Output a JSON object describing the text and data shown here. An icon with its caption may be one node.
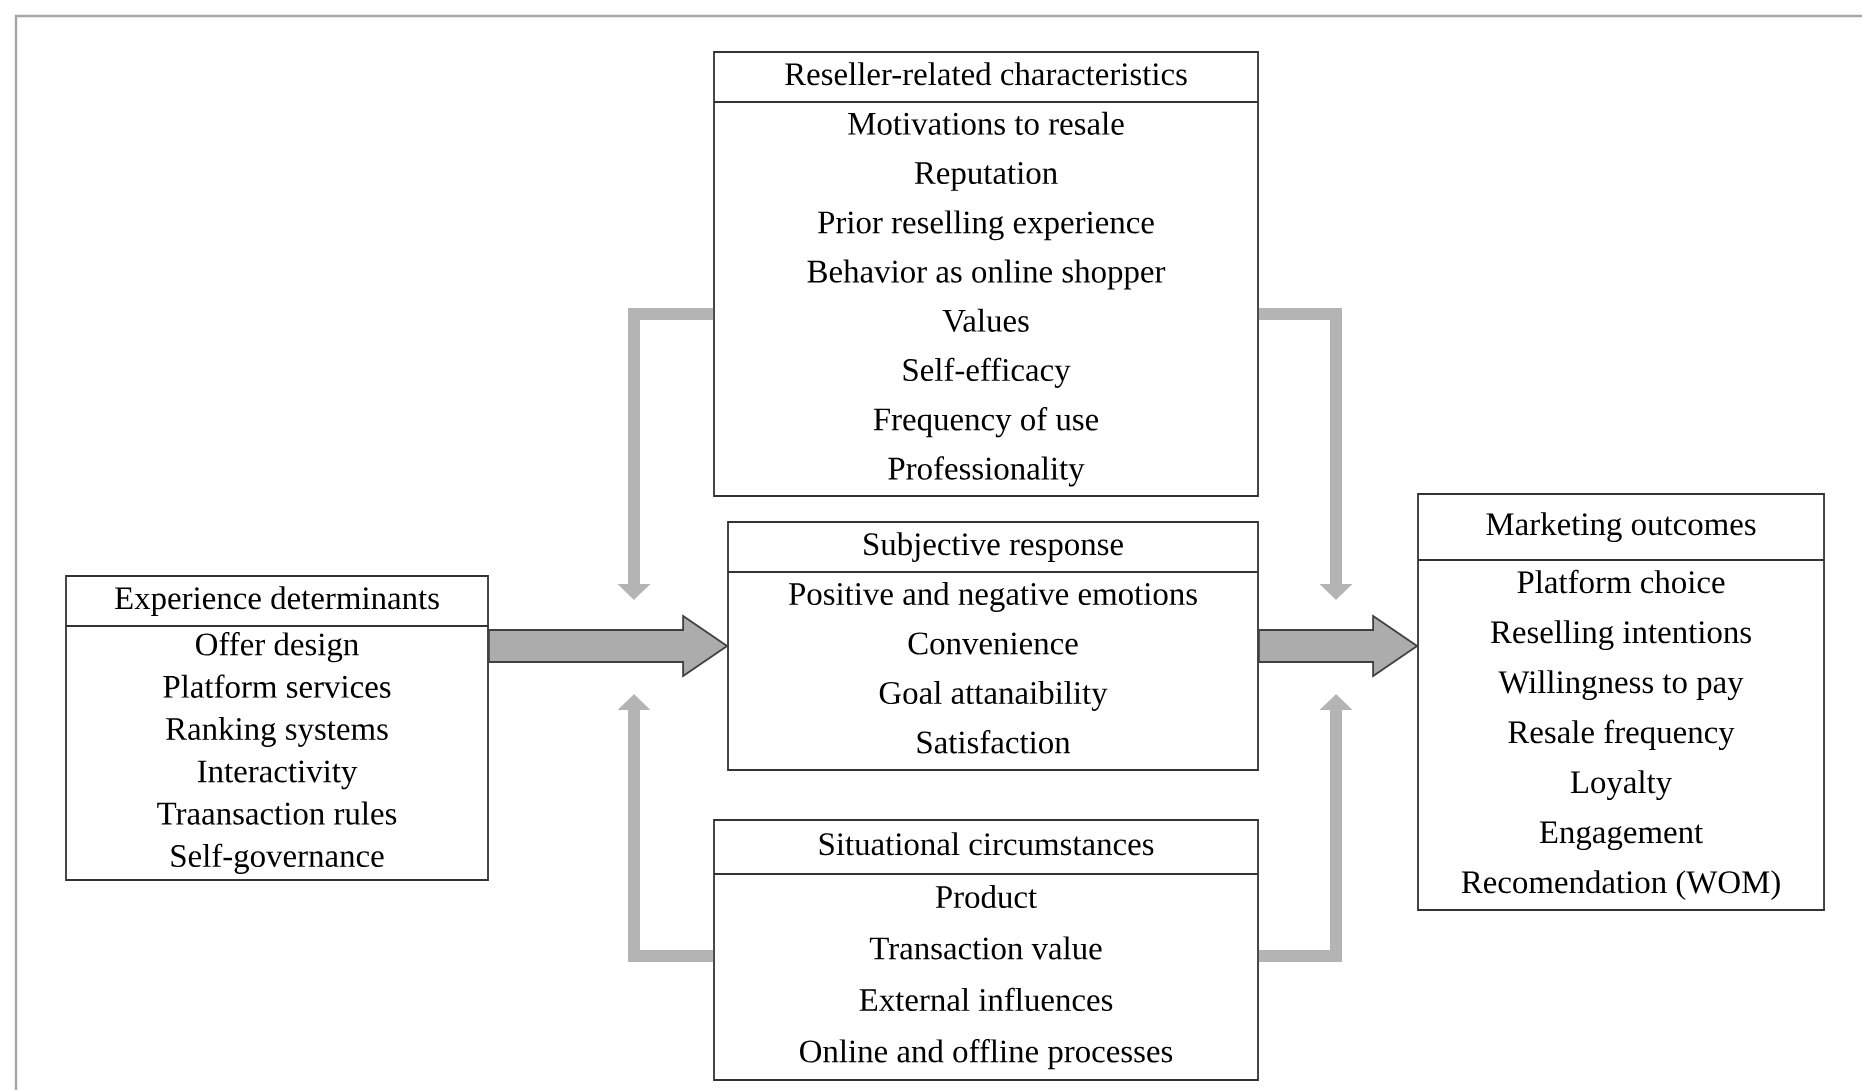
{
  "diagram": {
    "nodes": [
      {
        "text": [
          "Reseller-related characteristics",
          "Motivations to resale",
          "Reputation",
          "Prior reselling experience",
          "Behavior as online shopper",
          "Values",
          "Self-efficacy",
          "Frequency of use",
          "Professionality"
        ]
      },
      {
        "text": [
          "Experience determinants",
          "Offer design",
          "Platform services",
          "Ranking systems",
          "Interactivity",
          "Traansaction rules",
          "Self-governance"
        ]
      },
      {
        "text": [
          "Subjective response",
          "Positive and negative emotions",
          "Convenience",
          "Goal attanaibility",
          "Satisfaction"
        ]
      },
      {
        "text": [
          "Marketing outcomes",
          "Platform choice",
          "Reselling intentions",
          "Willingness to pay",
          "Resale frequency",
          "Loyalty",
          "Engagement",
          "Recomendation (WOM)"
        ]
      },
      {
        "text": [
          "Situational circumstances",
          "Product",
          "Transaction value",
          "External influences",
          "Online and offline processes"
        ]
      }
    ],
    "edges": [
      {
        "from": 1,
        "to": 2,
        "arrow": "to"
      },
      {
        "from": 2,
        "to": 3,
        "arrow": "to"
      },
      {
        "from": 0,
        "to": null,
        "arrow": "to",
        "color": "#b4b4b4"
      },
      {
        "from": 4,
        "to": null,
        "arrow": "to",
        "color": "#b4b4b4"
      },
      {
        "from": 0,
        "to": null,
        "arrow": "to",
        "color": "#b4b4b4"
      },
      {
        "from": 4,
        "to": null,
        "arrow": "to",
        "color": "#b4b4b4"
      }
    ]
  }
}
